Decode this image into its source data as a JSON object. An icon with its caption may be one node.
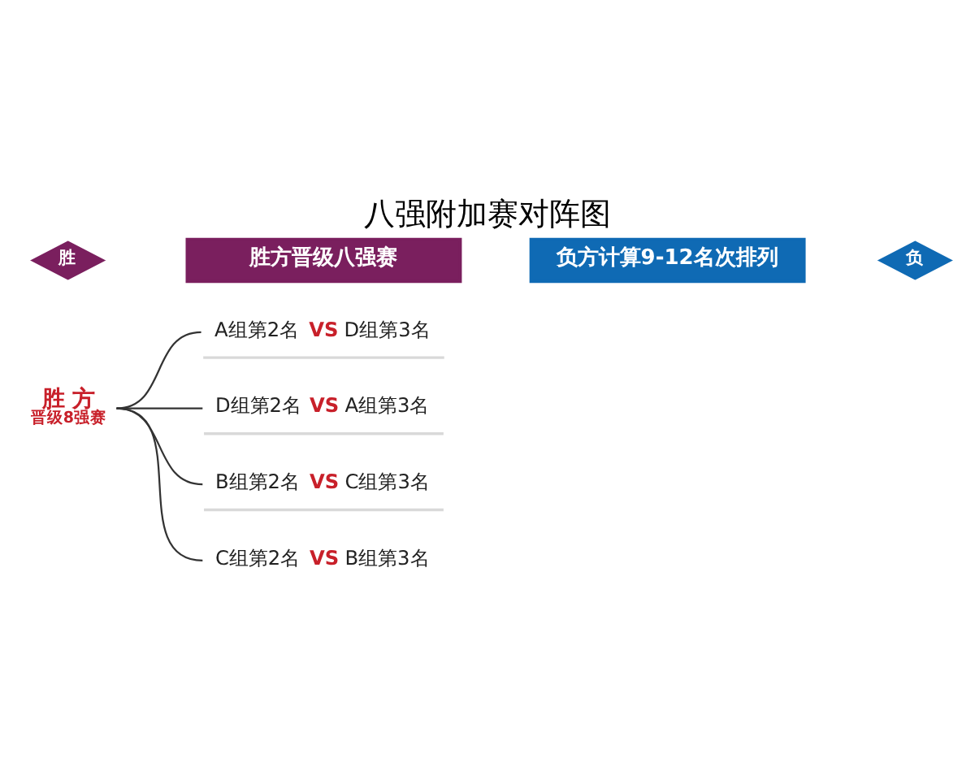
{
  "diagram": {
    "title": "八强附加赛对阵图",
    "nodes": [
      {
        "text": [
          "胜"
        ]
      },
      {
        "text": [
          "胜方晋级八强赛"
        ]
      },
      {
        "text": [
          "负方计算9-12名次排列"
        ]
      },
      {
        "text": [
          "负"
        ]
      },
      {
        "text": [
          "胜 方",
          "晋级8强赛"
        ]
      },
      {
        "text": [
          "A组第2名 **VS** D组第3名"
        ]
      },
      {
        "text": [
          "D组第2名 **VS** A组第3名"
        ]
      },
      {
        "text": [
          "B组第2名 **VS** C组第3名"
        ]
      },
      {
        "text": [
          "C组第2名 **VS** B组第3名"
        ]
      }
    ],
    "edges": [
      {
        "from": 4,
        "to": 5,
        "arrow": "none"
      },
      {
        "from": 4,
        "to": 6,
        "arrow": "none"
      },
      {
        "from": 4,
        "to": 7,
        "arrow": "none"
      },
      {
        "from": 4,
        "to": 8,
        "arrow": "none"
      }
    ]
  }
}
